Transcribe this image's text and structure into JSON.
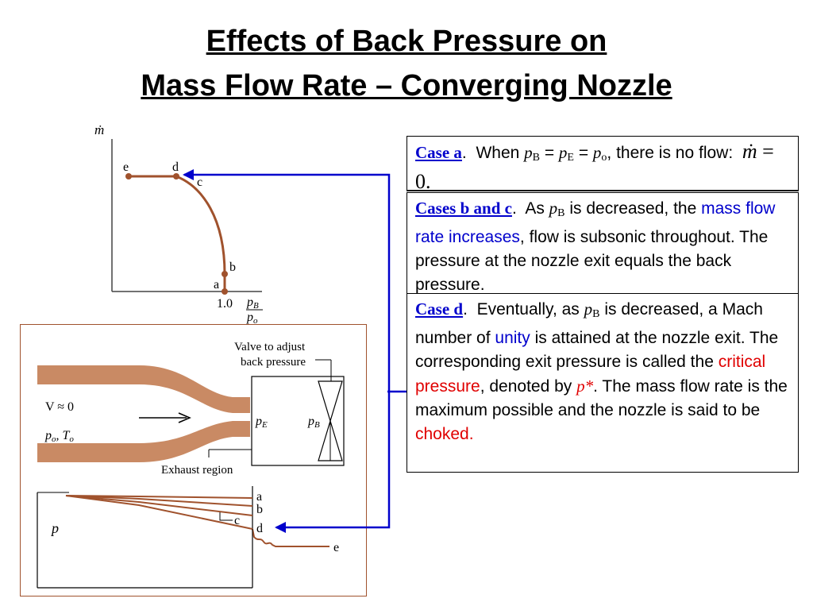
{
  "title": {
    "line1": "Effects of Back Pressure on",
    "line2": "Mass Flow Rate – Converging Nozzle"
  },
  "case_a": {
    "label": "Case a",
    "when": "When",
    "p": "p",
    "sub_B": "B",
    "eq": " = ",
    "sub_E": "E",
    "sub_o": "o",
    "rest": ", there is no flow:",
    "mdot": "ṁ",
    "equals_zero": " = 0."
  },
  "case_bc": {
    "label": "Cases b and c",
    "as": "As",
    "p": "p",
    "sub_B": "B",
    "text1": " is decreased, the",
    "highlight": "mass flow rate increases",
    "text2": ", flow is subsonic throughout. The pressure at the nozzle exit equals the back pressure."
  },
  "case_d": {
    "label": "Case d",
    "text1": "Eventually, as",
    "p": "p",
    "sub_B": "B",
    "text2": " is decreased, a Mach number of ",
    "unity": "unity",
    "text3": " is attained at the nozzle exit. The corresponding exit pressure is called the ",
    "critical": "critical pressure",
    "text4": ", denoted by ",
    "pstar": "p*",
    "text5": ". The mass flow rate is the maximum possible and the nozzle is said to be ",
    "choked": "choked."
  },
  "graph": {
    "mdot_axis": "ṁ",
    "points": [
      "e",
      "d",
      "c",
      "b",
      "a"
    ],
    "x_tick": "1.0",
    "x_num": "p",
    "x_num_sub": "B",
    "x_den": "p",
    "x_den_sub": "o"
  },
  "nozzle": {
    "valve_line1": "Valve to adjust",
    "valve_line2": "back pressure",
    "velocity": "V ≈ 0",
    "po": "p",
    "po_sub": "o",
    "To": "T",
    "To_sub": "o",
    "pE": "p",
    "pE_sub": "E",
    "pB": "p",
    "pB_sub": "B",
    "exhaust": "Exhaust region",
    "p_axis": "p",
    "curves": [
      "a",
      "b",
      "c",
      "d",
      "e"
    ]
  },
  "colors": {
    "curve": "#a0522d",
    "arrow": "#0000cc",
    "nozzle_fill": "#c98a64",
    "critical": "#e00000"
  }
}
